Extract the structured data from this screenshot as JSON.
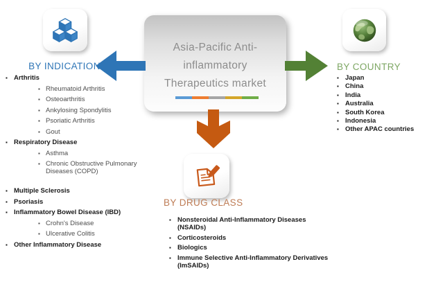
{
  "center": {
    "title_lines": [
      "Asia-Pacific Anti-",
      "inflammatory",
      "Therapeutics market"
    ],
    "bar_colors": [
      "#5B9BD5",
      "#ED7D31",
      "#A5A5A5",
      "#D4A62A",
      "#70AD47"
    ]
  },
  "arrows": {
    "left_color": "#2E75B6",
    "right_color": "#538135",
    "down_color": "#C55A11"
  },
  "indication": {
    "heading": "BY INDICATION",
    "heading_color": "#2E75B6",
    "icon": "cubes-icon",
    "items": [
      {
        "label": "Arthritis",
        "children": [
          "Rheumatoid Arthritis",
          "Osteoarthritis",
          "Ankylosing Spondylitis",
          "Psoriatic Arthritis",
          "Gout"
        ]
      },
      {
        "label": "Respiratory Disease",
        "children": [
          "Asthma",
          "Chronic Obstructive Pulmonary Diseases (COPD)"
        ]
      },
      {
        "label": "Multiple Sclerosis",
        "children": []
      },
      {
        "label": "Psoriasis",
        "children": []
      },
      {
        "label": "Inflammatory Bowel Disease (IBD)",
        "children": [
          "Crohn's Disease",
          "Ulcerative Colitis"
        ]
      },
      {
        "label": "Other Inflammatory Disease",
        "children": []
      }
    ]
  },
  "country": {
    "heading": "BY COUNTRY",
    "heading_color": "#7EA764",
    "icon": "globe-icon",
    "items": [
      "Japan",
      "China",
      "India",
      "Australia",
      "South Korea",
      "Indonesia",
      "Other APAC countries"
    ]
  },
  "drug_class": {
    "heading": "BY DRUG CLASS",
    "heading_color": "#BE7C55",
    "icon": "document-pencil-icon",
    "items": [
      "Nonsteroidal Anti-Inflammatory Diseases (NSAIDs)",
      "Corticosteroids",
      "Biologics",
      "Immune Selective Anti-Inflammatory Derivatives (ImSAIDs)"
    ]
  }
}
